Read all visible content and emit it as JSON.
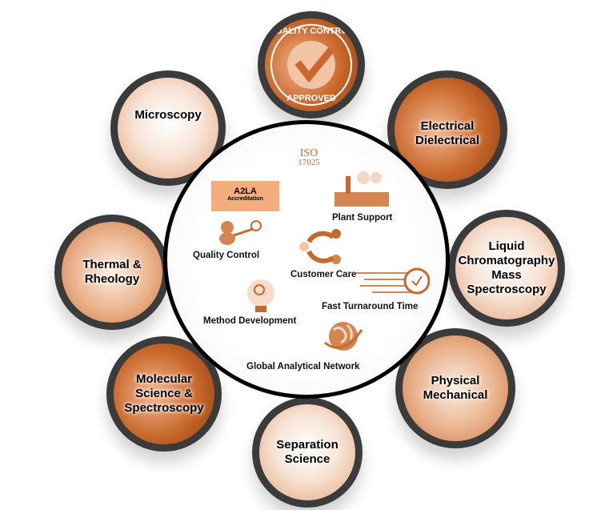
{
  "badge": {
    "top": "QUALITY CONTROL",
    "bottom": "APPROVED"
  },
  "satellites": {
    "microscopy": "Microscopy",
    "electrical": "Electrical Dielectrical",
    "thermal": "Thermal & Rheology",
    "lcms": "Liquid Chromatography Mass Spectroscopy",
    "molecular": "Molecular Science & Spectroscopy",
    "physical": "Physical Mechanical",
    "separation": "Separation Science"
  },
  "hub": {
    "iso": "ISO",
    "iso_num": "17025",
    "a2la": "A2LA",
    "a2la_sub": "Accreditation",
    "plant": "Plant Support",
    "quality": "Quality Control",
    "customer": "Customer Care",
    "fast": "Fast Turnaround Time",
    "method": "Method Development",
    "global": "Global Analytical Network"
  },
  "colors": {
    "accent": "#c8682c",
    "ring": "#3b3b3b"
  }
}
